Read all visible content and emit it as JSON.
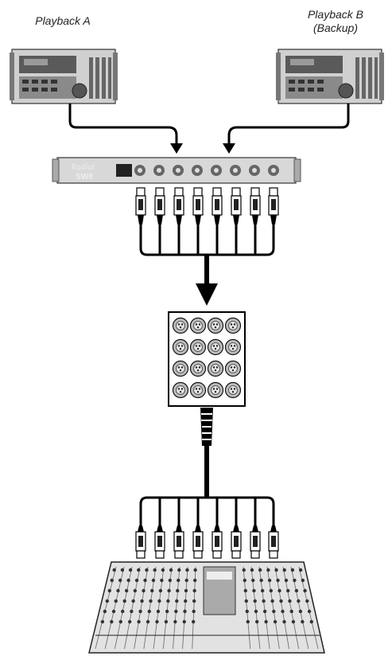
{
  "labels": {
    "playback_a": "Playback A",
    "playback_b_line1": "Playback B",
    "playback_b_line2": "(Backup)"
  },
  "switcher": {
    "brand_line1": "Radial",
    "brand_line2": "SW8",
    "channel_count": 8
  },
  "snake_box": {
    "rows": 4,
    "cols": 4
  },
  "console": {
    "output_connectors": 8
  },
  "colors": {
    "cable": "#000000",
    "device_body": "#b0b0b0",
    "device_dark": "#4a4a4a"
  }
}
